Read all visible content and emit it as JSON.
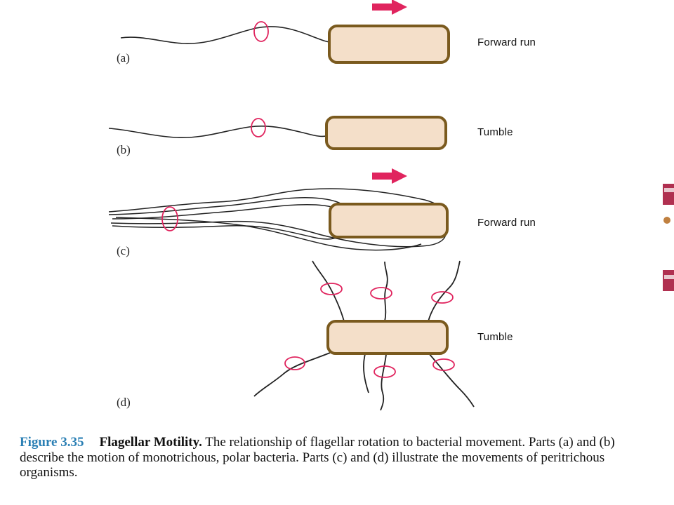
{
  "colors": {
    "cell_fill": "#f4dfc9",
    "cell_border": "#7a5a1e",
    "flagellum": "#222222",
    "rotation_arrow": "#e0245e",
    "caption_figure_number": "#2a7fb4"
  },
  "panels": [
    {
      "letter": "(a)",
      "label": "Forward run",
      "direction_arrow": true
    },
    {
      "letter": "(b)",
      "label": "Tumble",
      "direction_arrow": false
    },
    {
      "letter": "(c)",
      "label": "Forward run",
      "direction_arrow": true
    },
    {
      "letter": "(d)",
      "label": "Tumble",
      "direction_arrow": false
    }
  ],
  "caption": {
    "figure_number": "Figure 3.35",
    "title": "Flagellar Motility.",
    "text": "The relationship of flagellar rotation to bacterial movement. Parts (a) and (b) describe the motion of monotrichous, polar bacteria. Parts (c) and (d) illustrate the movements of peritrichous organisms."
  }
}
